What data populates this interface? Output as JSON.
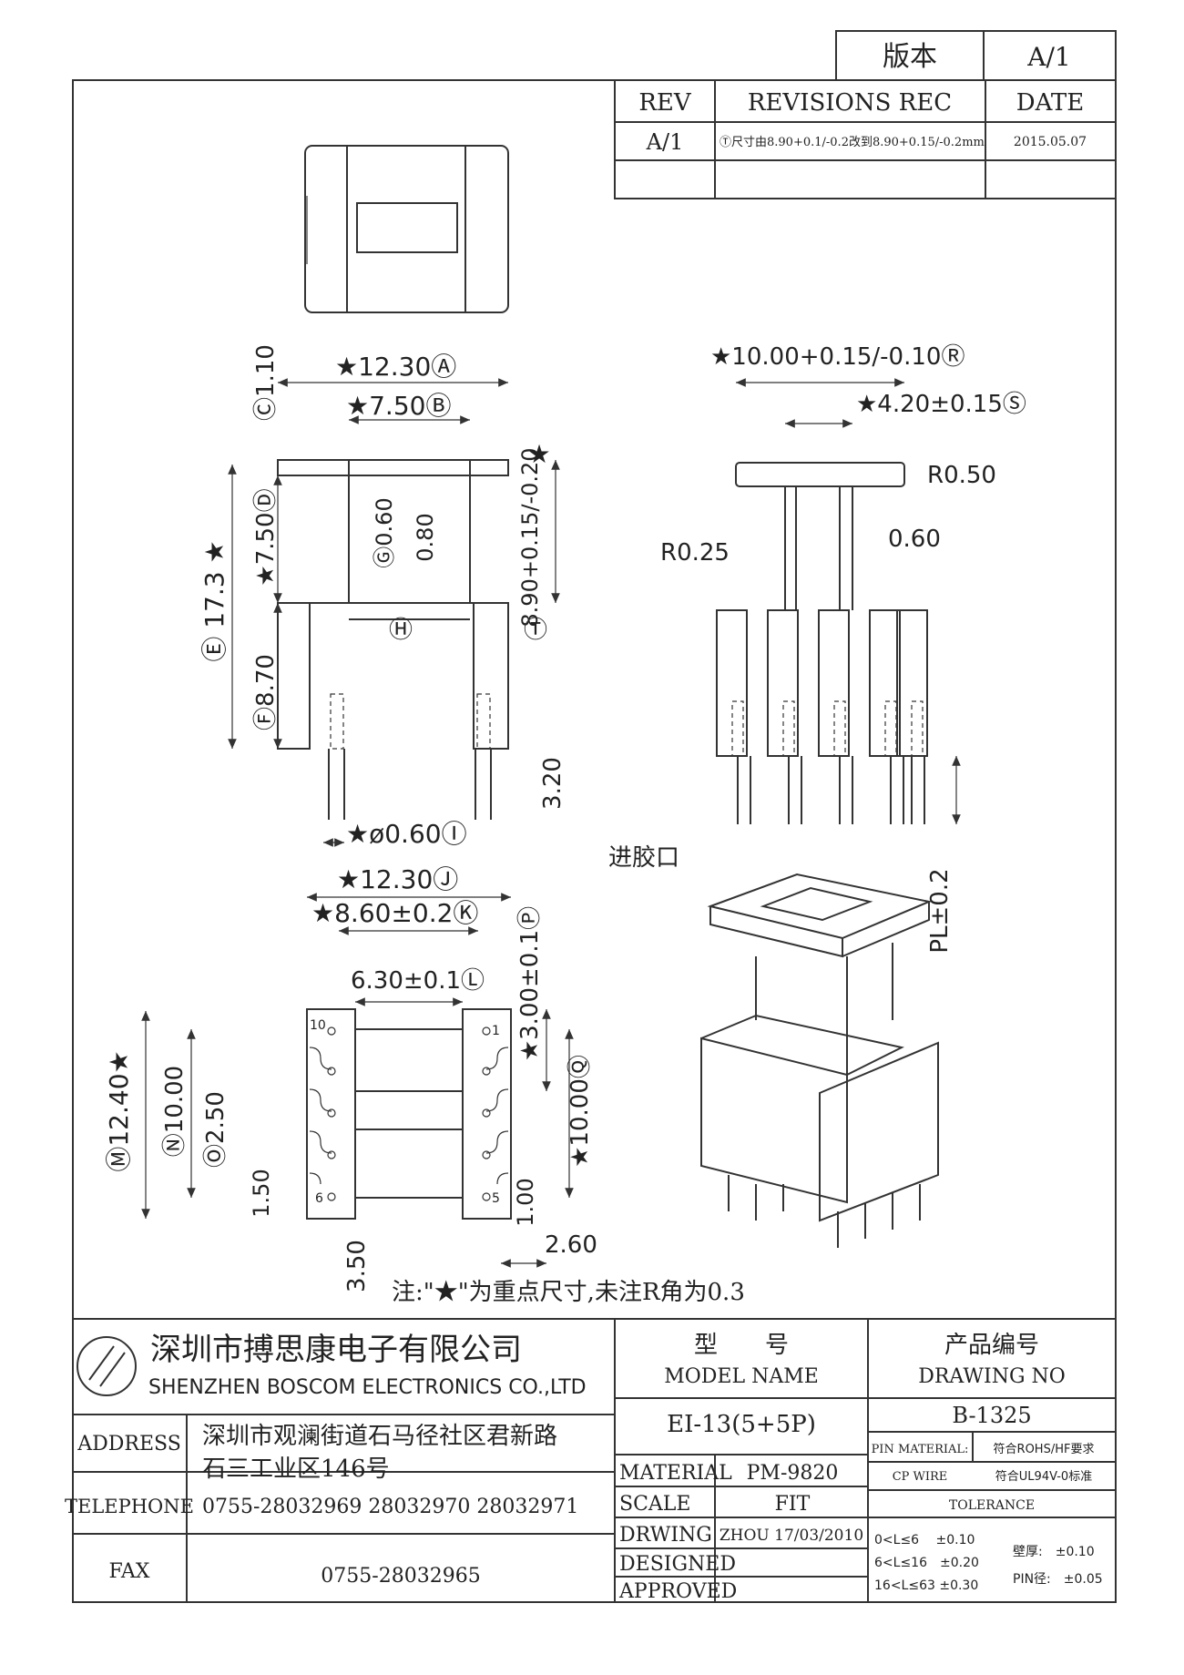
{
  "version_box": {
    "label": "版本",
    "value": "A/1"
  },
  "revisions": {
    "headers": {
      "rev": "REV",
      "rec": "REVISIONS REC",
      "date": "DATE"
    },
    "rows": [
      {
        "rev": "A/1",
        "rec": "Ⓣ尺寸由8.90+0.1/-0.2改到8.90+0.15/-0.2mm",
        "date": "2015.05.07"
      }
    ]
  },
  "dimensions": {
    "a": "★12.30Ⓐ",
    "b": "★7.50Ⓑ",
    "c": "Ⓒ1.10",
    "d": "★7.50Ⓓ",
    "e": "Ⓔ 17.3 ★",
    "f": "Ⓕ8.70",
    "g": "Ⓖ0.60",
    "g2": "0.80",
    "h": "Ⓗ",
    "t": "8.90+0.15/-0.20",
    "t_circ": "Ⓣ",
    "star": "★",
    "i": "★ø0.60Ⓘ",
    "pin_len": "3.20",
    "r": "★10.00+0.15/-0.10Ⓡ",
    "s": "★4.20±0.15Ⓢ",
    "r050": "R0.50",
    "r025": "R0.25",
    "d060": "0.60",
    "pl": "PL±0.2",
    "inlet": "进胶口",
    "j": "★12.30Ⓙ",
    "k": "★8.60±0.2Ⓚ",
    "l": "6.30±0.1Ⓛ",
    "m": "Ⓜ12.40★",
    "n": "Ⓝ10.00",
    "o": "Ⓞ2.50",
    "o2": "1.50",
    "p": "★3.00±0.1Ⓟ",
    "q": "★10.00Ⓠ",
    "d100": "1.00",
    "d260": "2.60",
    "d350": "3.50",
    "pin10": "10",
    "pin1": "1",
    "pin6": "6",
    "pin5": "5",
    "note": "注:\"★\"为重点尺寸,未注R角为0.3"
  },
  "company": {
    "name_cn": "深圳市搏思康电子有限公司",
    "name_en": "SHENZHEN BOSCOM ELECTRONICS CO.,LTD",
    "address_label": "ADDRESS",
    "address_1": "深圳市观澜街道石马径社区君新路",
    "address_2": "石三工业区146号",
    "telephone_label": "TELEPHONE",
    "telephone": "0755-28032969 28032970 28032971",
    "fax_label": "FAX",
    "fax": "0755-28032965"
  },
  "title_block": {
    "model_cn": "型　　号",
    "model_en": "MODEL NAME",
    "model_value": "EI-13(5+5P)",
    "drawing_cn": "产品编号",
    "drawing_en": "DRAWING NO",
    "drawing_value": "B-1325",
    "material_label": "MATERIAL",
    "material_value": "PM-9820",
    "scale_label": "SCALE",
    "scale_value": "FIT",
    "drwing_label": "DRWING",
    "drwing_value": "ZHOU 17/03/2010",
    "designed_label": "DESIGNED",
    "approved_label": "APPROVED",
    "pin_material_label": "PIN MATERIAL:",
    "pin_material_value": "符合ROHS/HF要求",
    "cp_wire_label": "CP WIRE",
    "cp_wire_value": "符合UL94V-0标准",
    "tolerance_label": "TOLERANCE",
    "tol_1": "0<L≤6　 ±0.10",
    "tol_2": "6<L≤16　±0.20",
    "tol_3": "16<L≤63 ±0.30",
    "wall_label": "壁厚:　±0.10",
    "pin_dia_label": "PIN径:　±0.05"
  }
}
